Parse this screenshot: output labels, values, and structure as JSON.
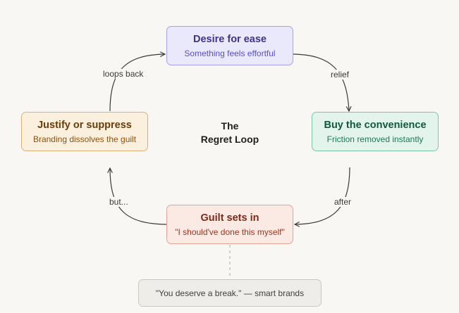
{
  "title": {
    "line1": "The",
    "line2": "Regret Loop"
  },
  "nodes": {
    "desire": {
      "title": "Desire for ease",
      "subtitle": "Something feels effortful"
    },
    "buy": {
      "title": "Buy the convenience",
      "subtitle": "Friction removed instantly"
    },
    "guilt": {
      "title": "Guilt sets in",
      "subtitle": "\"I should've done this myself\""
    },
    "justify": {
      "title": "Justify or suppress",
      "subtitle": "Branding dissolves the guilt"
    }
  },
  "edges": {
    "relief": "relief",
    "after": "after",
    "but": "but...",
    "loops_back": "loops back"
  },
  "footnote": "\"You deserve a break.\" — smart brands",
  "colors": {
    "desire": {
      "fill": "#eae8fb",
      "border": "#a8a1e8",
      "title": "#3c3589",
      "subtitle": "#5a4fc9"
    },
    "buy": {
      "fill": "#e2f4ec",
      "border": "#7dc7a6",
      "title": "#0f5a3e",
      "subtitle": "#1c7a55"
    },
    "guilt": {
      "fill": "#fbe9e4",
      "border": "#e3a493",
      "title": "#7a2a18",
      "subtitle": "#9a3520"
    },
    "justify": {
      "fill": "#fbefdd",
      "border": "#dcb27a",
      "title": "#6a3c08",
      "subtitle": "#8a5210"
    },
    "connector": "#3a3a3a",
    "dashed": "#bdbbb5"
  }
}
